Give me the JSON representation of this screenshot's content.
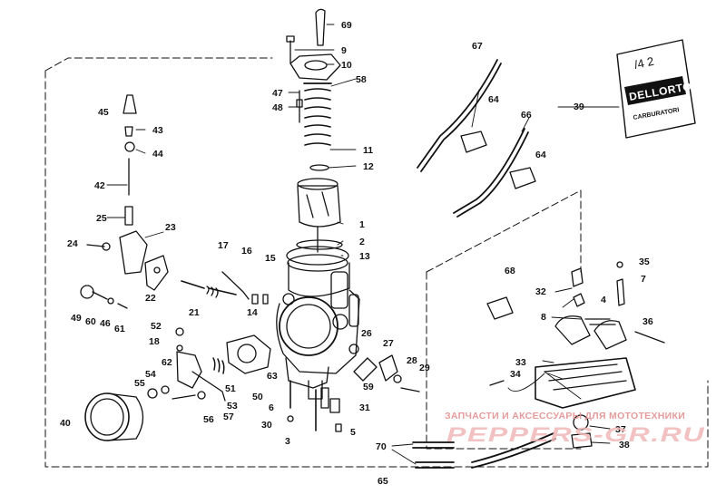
{
  "diagram": {
    "part_labels": [
      "69",
      "9",
      "10",
      "47",
      "58",
      "48",
      "11",
      "12",
      "45",
      "43",
      "44",
      "42",
      "25",
      "24",
      "23",
      "22",
      "1",
      "2",
      "13",
      "17",
      "16",
      "15",
      "14",
      "21",
      "49",
      "60",
      "46",
      "61",
      "52",
      "18",
      "62",
      "54",
      "55",
      "56",
      "57",
      "53",
      "51",
      "50",
      "63",
      "59",
      "31",
      "6",
      "30",
      "3",
      "5",
      "26",
      "27",
      "28",
      "29",
      "40",
      "65",
      "67",
      "64",
      "66",
      "64",
      "39",
      "35",
      "7",
      "32",
      "4",
      "68",
      "8",
      "36",
      "33",
      "34",
      "37",
      "38",
      "70"
    ],
    "package": {
      "brand": "DELLORTO",
      "subtitle": "CARBURATORI",
      "handwriting": "/4 2"
    }
  },
  "watermark": {
    "line1": "ЗАПЧАСТИ И АКСЕССУАРЫ ДЛЯ МОТОТЕХНИКИ",
    "line2": "PEPPERS-GR.RU"
  },
  "colors": {
    "ink": "#111111",
    "watermark": "#e08a8a",
    "background": "#ffffff"
  }
}
